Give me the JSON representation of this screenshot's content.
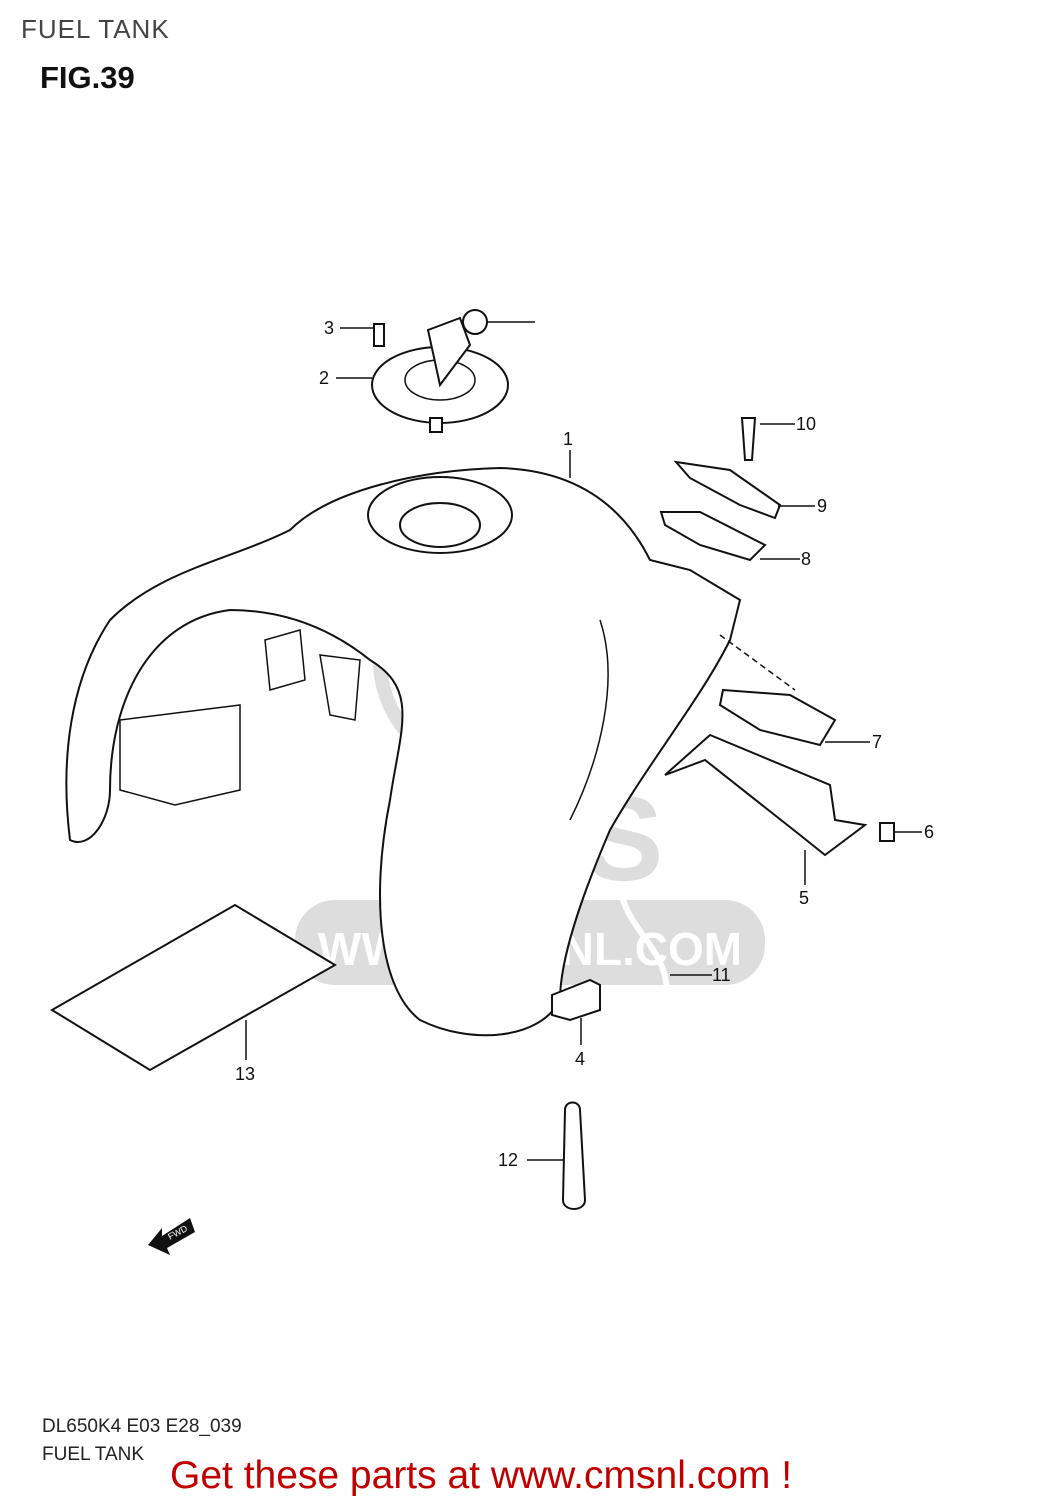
{
  "header": {
    "section_title": "FUEL TANK",
    "figure": "FIG.39"
  },
  "diagram": {
    "callouts": [
      "1",
      "2",
      "3",
      "4",
      "5",
      "6",
      "7",
      "8",
      "9",
      "10",
      "11",
      "12",
      "13"
    ],
    "fwd_label": "FWD",
    "watermark": {
      "logo_text": "CMS",
      "url_text": "WWW.CMSNL.COM"
    }
  },
  "footer": {
    "code": "DL650K4 E03 E28_039",
    "title": "FUEL TANK",
    "cta": "Get these parts at www.cmsnl.com !",
    "cta_color": "#c00000"
  }
}
